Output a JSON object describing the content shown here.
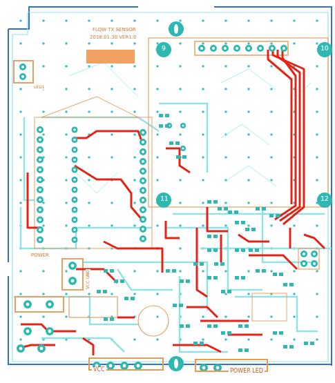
{
  "diagram": {
    "nodes": [
      {
        "text": [
          "VCC"
        ]
      },
      {
        "text": [
          "POWER LED"
        ]
      }
    ],
    "labels": [
      "FLOW TX SENSOR",
      "2018.01.30 VER1.0",
      "9",
      "10",
      "11",
      "12",
      "LED1",
      "POWER",
      "VCC GND"
    ]
  }
}
